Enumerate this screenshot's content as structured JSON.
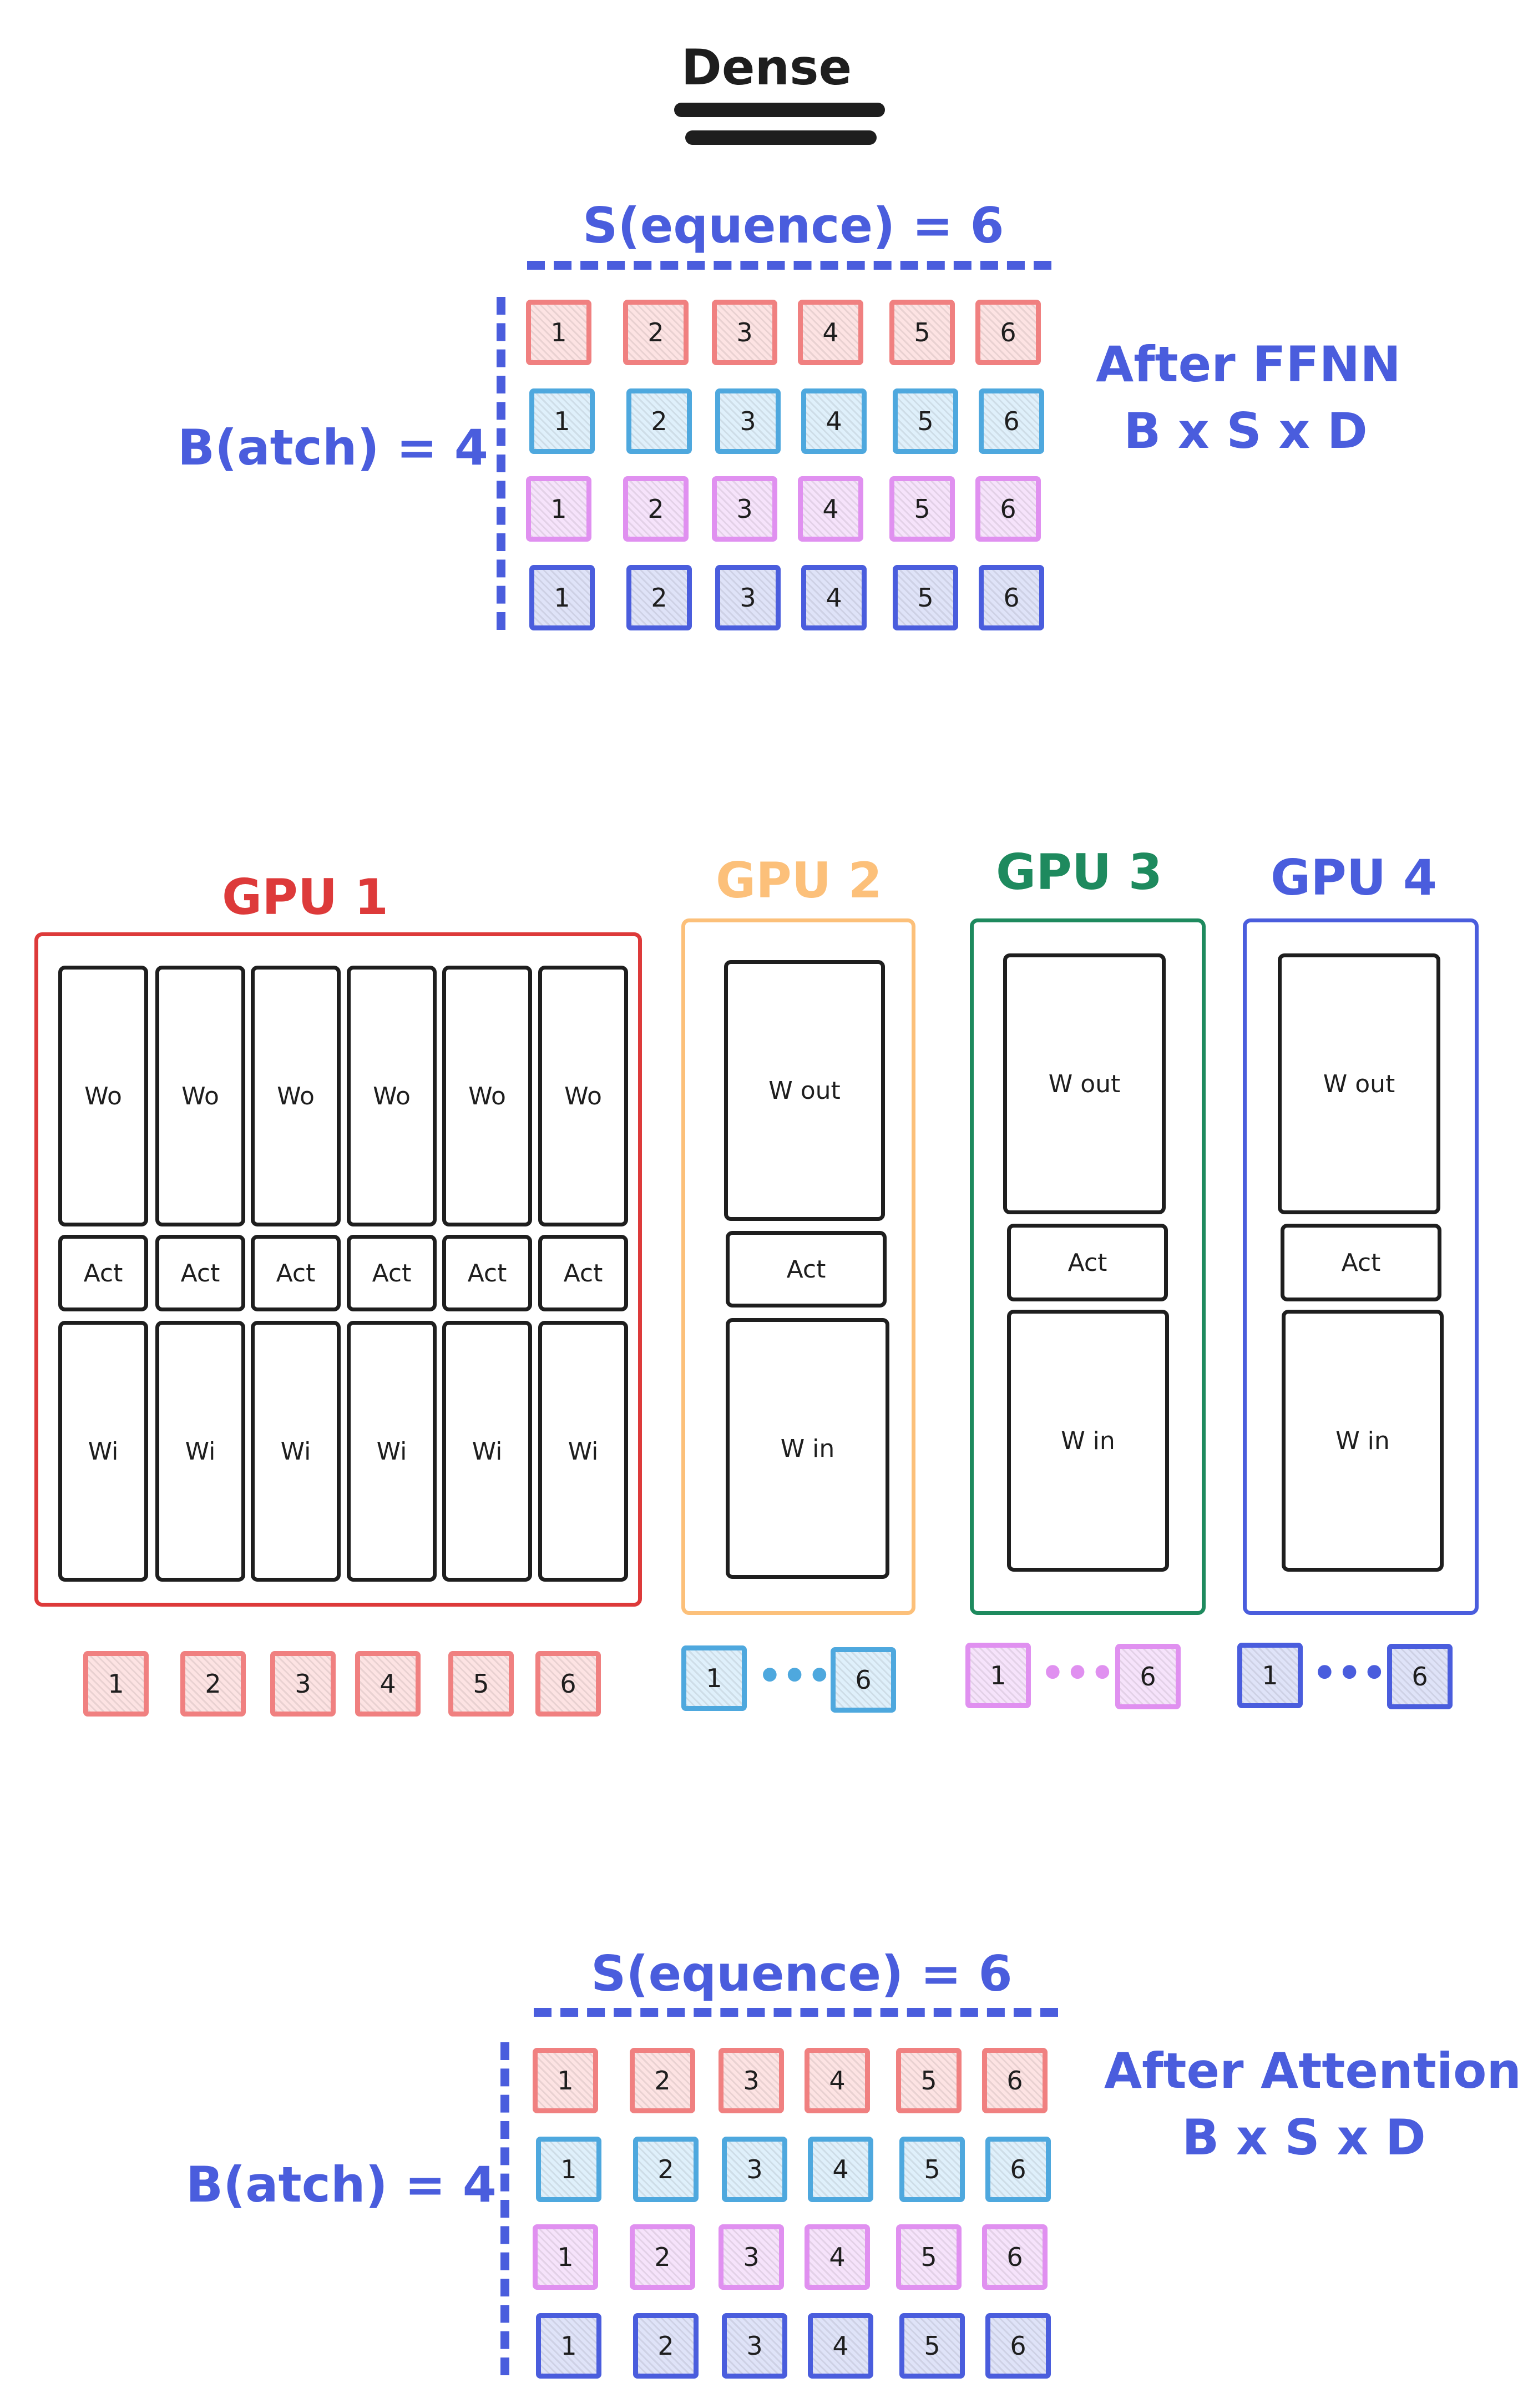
{
  "title": "Dense",
  "top_grid": {
    "seq_label": "S(equence) = 6",
    "batch_label": "B(atch) = 4",
    "side_label_1": "After FFNN",
    "side_label_2": "B x S x D"
  },
  "bottom_grid": {
    "seq_label": "S(equence) = 6",
    "batch_label": "B(atch) = 4",
    "side_label_1": "After Attention",
    "side_label_2": "B x S x D"
  },
  "cells": [
    "1",
    "2",
    "3",
    "4",
    "5",
    "6"
  ],
  "row_colors": [
    "red",
    "cyan",
    "pink",
    "navy"
  ],
  "colors": {
    "red": "#f08080",
    "cyan": "#4ea8de",
    "pink": "#e090f0",
    "navy": "#4a5ddd",
    "gpu1": "#dd3a3a",
    "gpu2": "#fcc07a",
    "gpu3": "#1e8a5e",
    "gpu4": "#4a5ddd"
  },
  "gpu1": {
    "label": "GPU 1",
    "wo": [
      "Wo",
      "Wo",
      "Wo",
      "Wo",
      "Wo",
      "Wo"
    ],
    "act": [
      "Act",
      "Act",
      "Act",
      "Act",
      "Act",
      "Act"
    ],
    "wi": [
      "Wi",
      "Wi",
      "Wi",
      "Wi",
      "Wi",
      "Wi"
    ],
    "tokens": [
      "1",
      "2",
      "3",
      "4",
      "5",
      "6"
    ]
  },
  "gpus": [
    {
      "label": "GPU 2",
      "w_out": "W out",
      "act": "Act",
      "w_in": "W in",
      "first": "1",
      "ellipsis": "•••",
      "last": "6"
    },
    {
      "label": "GPU 3",
      "w_out": "W out",
      "act": "Act",
      "w_in": "W in",
      "first": "1",
      "ellipsis": "•••",
      "last": "6"
    },
    {
      "label": "GPU 4",
      "w_out": "W out",
      "act": "Act",
      "w_in": "W in",
      "first": "1",
      "ellipsis": "•••",
      "last": "6"
    }
  ]
}
